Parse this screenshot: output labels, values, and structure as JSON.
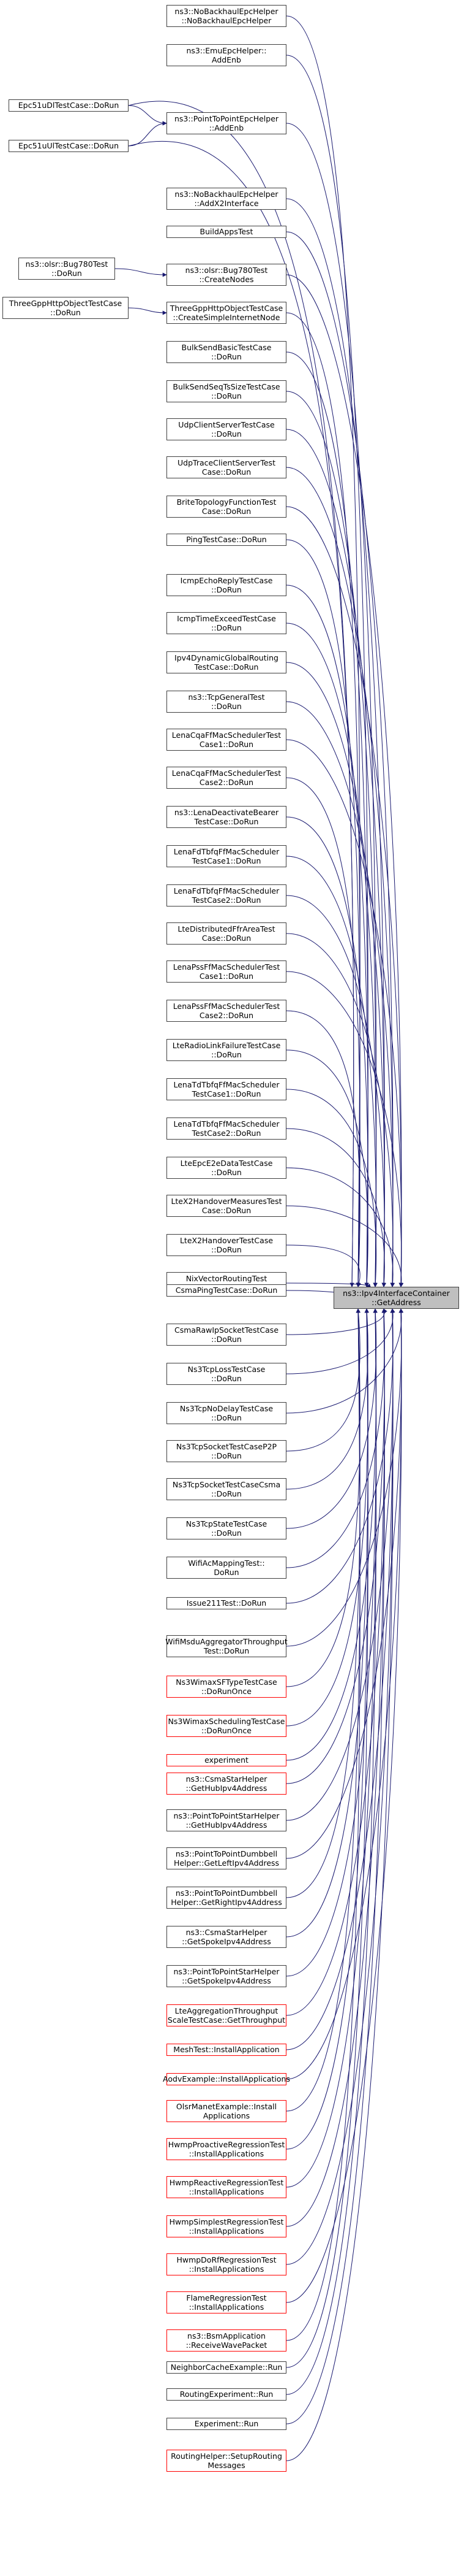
{
  "graph": {
    "target": "ns3::Ipv4InterfaceContainer\n::GetAddress",
    "colors": {
      "edge": "#191970",
      "border": "#404040",
      "incomplete_border": "#ff0000",
      "target_fill": "#bfbfbf"
    },
    "nodes": [
      {
        "id": "n0",
        "label": "ns3::NoBackhaulEpcHelper\n::NoBackhaulEpcHelper",
        "style": "normal"
      },
      {
        "id": "n1",
        "label": "ns3::EmuEpcHelper::\nAddEnb",
        "style": "normal"
      },
      {
        "id": "n2",
        "label": "ns3::PointToPointEpcHelper\n::AddEnb",
        "style": "normal"
      },
      {
        "id": "n3",
        "label": "ns3::NoBackhaulEpcHelper\n::AddX2Interface",
        "style": "normal"
      },
      {
        "id": "n4",
        "label": "BuildAppsTest",
        "style": "normal"
      },
      {
        "id": "n5",
        "label": "ns3::olsr::Bug780Test\n::CreateNodes",
        "style": "normal"
      },
      {
        "id": "n6",
        "label": "ThreeGppHttpObjectTestCase\n::CreateSimpleInternetNode",
        "style": "normal"
      },
      {
        "id": "n7",
        "label": "BulkSendBasicTestCase\n::DoRun",
        "style": "normal"
      },
      {
        "id": "n8",
        "label": "BulkSendSeqTsSizeTestCase\n::DoRun",
        "style": "normal"
      },
      {
        "id": "n9",
        "label": "UdpClientServerTestCase\n::DoRun",
        "style": "normal"
      },
      {
        "id": "n10",
        "label": "UdpTraceClientServerTest\nCase::DoRun",
        "style": "normal"
      },
      {
        "id": "n11",
        "label": "BriteTopologyFunctionTest\nCase::DoRun",
        "style": "normal"
      },
      {
        "id": "n12",
        "label": "PingTestCase::DoRun",
        "style": "normal"
      },
      {
        "id": "n13",
        "label": "IcmpEchoReplyTestCase\n::DoRun",
        "style": "normal"
      },
      {
        "id": "n14",
        "label": "IcmpTimeExceedTestCase\n::DoRun",
        "style": "normal"
      },
      {
        "id": "n15",
        "label": "Ipv4DynamicGlobalRouting\nTestCase::DoRun",
        "style": "normal"
      },
      {
        "id": "n16",
        "label": "ns3::TcpGeneralTest\n::DoRun",
        "style": "normal"
      },
      {
        "id": "n17",
        "label": "LenaCqaFfMacSchedulerTest\nCase1::DoRun",
        "style": "normal"
      },
      {
        "id": "n18",
        "label": "LenaCqaFfMacSchedulerTest\nCase2::DoRun",
        "style": "normal"
      },
      {
        "id": "n19",
        "label": "ns3::LenaDeactivateBearer\nTestCase::DoRun",
        "style": "normal"
      },
      {
        "id": "n20",
        "label": "LenaFdTbfqFfMacScheduler\nTestCase1::DoRun",
        "style": "normal"
      },
      {
        "id": "n21",
        "label": "LenaFdTbfqFfMacScheduler\nTestCase2::DoRun",
        "style": "normal"
      },
      {
        "id": "n22",
        "label": "LteDistributedFfrAreaTest\nCase::DoRun",
        "style": "normal"
      },
      {
        "id": "n23",
        "label": "LenaPssFfMacSchedulerTest\nCase1::DoRun",
        "style": "normal"
      },
      {
        "id": "n24",
        "label": "LenaPssFfMacSchedulerTest\nCase2::DoRun",
        "style": "normal"
      },
      {
        "id": "n25",
        "label": "LteRadioLinkFailureTestCase\n::DoRun",
        "style": "normal"
      },
      {
        "id": "n26",
        "label": "LenaTdTbfqFfMacScheduler\nTestCase1::DoRun",
        "style": "normal"
      },
      {
        "id": "n27",
        "label": "LenaTdTbfqFfMacScheduler\nTestCase2::DoRun",
        "style": "normal"
      },
      {
        "id": "n28",
        "label": "LteEpcE2eDataTestCase\n::DoRun",
        "style": "normal"
      },
      {
        "id": "n29",
        "label": "LteX2HandoverMeasuresTest\nCase::DoRun",
        "style": "normal"
      },
      {
        "id": "n30",
        "label": "LteX2HandoverTestCase\n::DoRun",
        "style": "normal"
      },
      {
        "id": "n31",
        "label": "NixVectorRoutingTest\n::DoRun",
        "style": "normal"
      },
      {
        "id": "n32",
        "label": "CsmaPingTestCase::DoRun",
        "style": "normal"
      },
      {
        "id": "n33",
        "label": "CsmaRawIpSocketTestCase\n::DoRun",
        "style": "normal"
      },
      {
        "id": "n34",
        "label": "Ns3TcpLossTestCase\n::DoRun",
        "style": "normal"
      },
      {
        "id": "n35",
        "label": "Ns3TcpNoDelayTestCase\n::DoRun",
        "style": "normal"
      },
      {
        "id": "n36",
        "label": "Ns3TcpSocketTestCaseP2P\n::DoRun",
        "style": "normal"
      },
      {
        "id": "n37",
        "label": "Ns3TcpSocketTestCaseCsma\n::DoRun",
        "style": "normal"
      },
      {
        "id": "n38",
        "label": "Ns3TcpStateTestCase\n::DoRun",
        "style": "normal"
      },
      {
        "id": "n39",
        "label": "WifiAcMappingTest::\nDoRun",
        "style": "normal"
      },
      {
        "id": "n40",
        "label": "Issue211Test::DoRun",
        "style": "normal"
      },
      {
        "id": "n41",
        "label": "WifiMsduAggregatorThroughput\nTest::DoRun",
        "style": "normal"
      },
      {
        "id": "n42",
        "label": "Ns3WimaxSFTypeTestCase\n::DoRunOnce",
        "style": "red"
      },
      {
        "id": "n43",
        "label": "Ns3WimaxSchedulingTestCase\n::DoRunOnce",
        "style": "red"
      },
      {
        "id": "n44",
        "label": "experiment",
        "style": "red"
      },
      {
        "id": "n45",
        "label": "ns3::CsmaStarHelper\n::GetHubIpv4Address",
        "style": "red"
      },
      {
        "id": "n46",
        "label": "ns3::PointToPointStarHelper\n::GetHubIpv4Address",
        "style": "normal"
      },
      {
        "id": "n47",
        "label": "ns3::PointToPointDumbbell\nHelper::GetLeftIpv4Address",
        "style": "normal"
      },
      {
        "id": "n48",
        "label": "ns3::PointToPointDumbbell\nHelper::GetRightIpv4Address",
        "style": "normal"
      },
      {
        "id": "n49",
        "label": "ns3::CsmaStarHelper\n::GetSpokeIpv4Address",
        "style": "normal"
      },
      {
        "id": "n50",
        "label": "ns3::PointToPointStarHelper\n::GetSpokeIpv4Address",
        "style": "normal"
      },
      {
        "id": "n51",
        "label": "LteAggregationThroughput\nScaleTestCase::GetThroughput",
        "style": "red"
      },
      {
        "id": "n52",
        "label": "MeshTest::InstallApplication",
        "style": "red"
      },
      {
        "id": "n53",
        "label": "AodvExample::InstallApplications",
        "style": "red"
      },
      {
        "id": "n54",
        "label": "OlsrManetExample::Install\nApplications",
        "style": "red"
      },
      {
        "id": "n55",
        "label": "HwmpProactiveRegressionTest\n::InstallApplications",
        "style": "red"
      },
      {
        "id": "n56",
        "label": "HwmpReactiveRegressionTest\n::InstallApplications",
        "style": "red"
      },
      {
        "id": "n57",
        "label": "HwmpSimplestRegressionTest\n::InstallApplications",
        "style": "red"
      },
      {
        "id": "n58",
        "label": "HwmpDoRfRegressionTest\n::InstallApplications",
        "style": "red"
      },
      {
        "id": "n59",
        "label": "FlameRegressionTest\n::InstallApplications",
        "style": "red"
      },
      {
        "id": "n60",
        "label": "ns3::BsmApplication\n::ReceiveWavePacket",
        "style": "red"
      },
      {
        "id": "n61",
        "label": "NeighborCacheExample::Run",
        "style": "normal"
      },
      {
        "id": "n62",
        "label": "RoutingExperiment::Run",
        "style": "normal"
      },
      {
        "id": "n63",
        "label": "Experiment::Run",
        "style": "normal"
      },
      {
        "id": "n64",
        "label": "RoutingHelper::SetupRouting\nMessages",
        "style": "red"
      },
      {
        "id": "l0",
        "label": "Epc51uDlTestCase::DoRun",
        "style": "normal"
      },
      {
        "id": "l1",
        "label": "Epc51uUlTestCase::DoRun",
        "style": "normal"
      },
      {
        "id": "l2",
        "label": "ns3::olsr::Bug780Test\n::DoRun",
        "style": "normal"
      },
      {
        "id": "l3",
        "label": "ThreeGppHttpObjectTestCase\n::DoRun",
        "style": "normal"
      }
    ],
    "edges": [
      {
        "from": "l0",
        "to": "n2"
      },
      {
        "from": "l1",
        "to": "n2"
      },
      {
        "from": "l0",
        "to": "target"
      },
      {
        "from": "l1",
        "to": "target"
      },
      {
        "from": "l2",
        "to": "n5"
      },
      {
        "from": "l3",
        "to": "n6"
      }
    ]
  }
}
